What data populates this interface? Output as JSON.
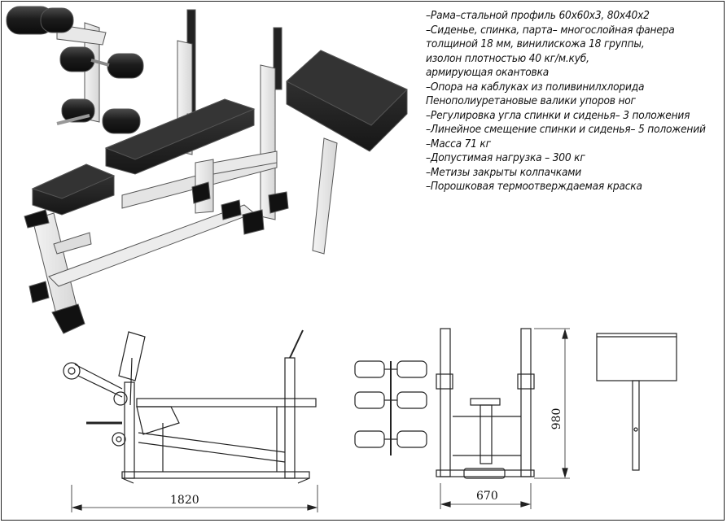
{
  "specs": [
    "–Рама–стальной профиль 60х60х3, 80х40х2",
    "–Сиденье, спинка, парта– многослойная фанера",
    "толщиной 18 мм, винилискожа 18 группы,",
    "изолон плотностью 40 кг/м.куб,",
    "армирующая окантовка",
    "–Опора на каблуках из поливинилхлорида",
    "Пенополиуретановые валики упоров ног",
    "–Регулировка угла спинки и сиденья– 3 положения",
    "–Линейное смещение спинки и сиденья– 5 положений",
    "–Масса 71 кг",
    "–Допустимая нагрузка – 300 кг",
    "–Метизы закрыты колпачками",
    "–Порошковая термоотверждаемая краска"
  ],
  "dimensions": {
    "length": "1820",
    "width": "670",
    "height": "980"
  }
}
